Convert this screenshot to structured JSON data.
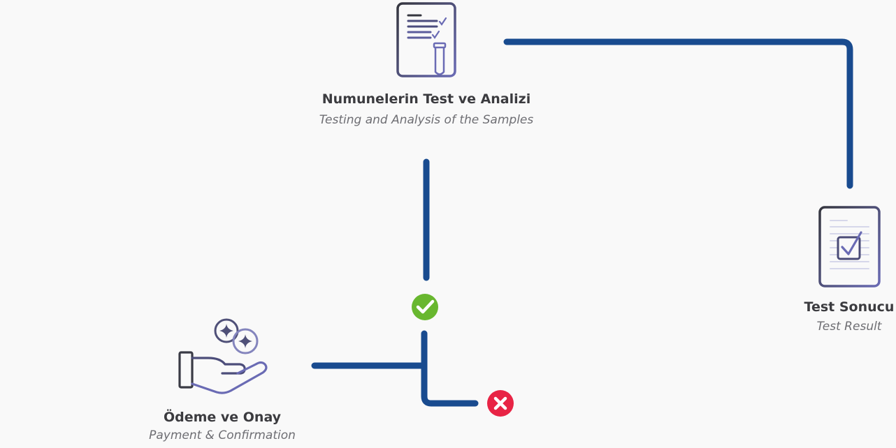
{
  "steps": {
    "testing": {
      "title": "Numunelerin Test ve Analizi",
      "subtitle": "Testing and Analysis of the Samples",
      "icon": "test-report-icon"
    },
    "result": {
      "title": "Test Sonucu",
      "subtitle": "Test Result",
      "icon": "checked-document-icon"
    },
    "payment": {
      "title": "Ödeme ve Onay",
      "subtitle": "Payment & Confirmation",
      "icon": "hand-coins-icon"
    }
  },
  "status": {
    "approved_icon": "check-circle-icon",
    "rejected_icon": "x-circle-icon"
  },
  "colors": {
    "line": "#194b8f",
    "line_light": "#2b7bc0",
    "icon_dark": "#35363f",
    "icon_accent": "#6a6bb4",
    "success": "#68b72f",
    "error": "#e82445",
    "title": "#3b3b3f",
    "subtitle": "#6e6e73"
  }
}
